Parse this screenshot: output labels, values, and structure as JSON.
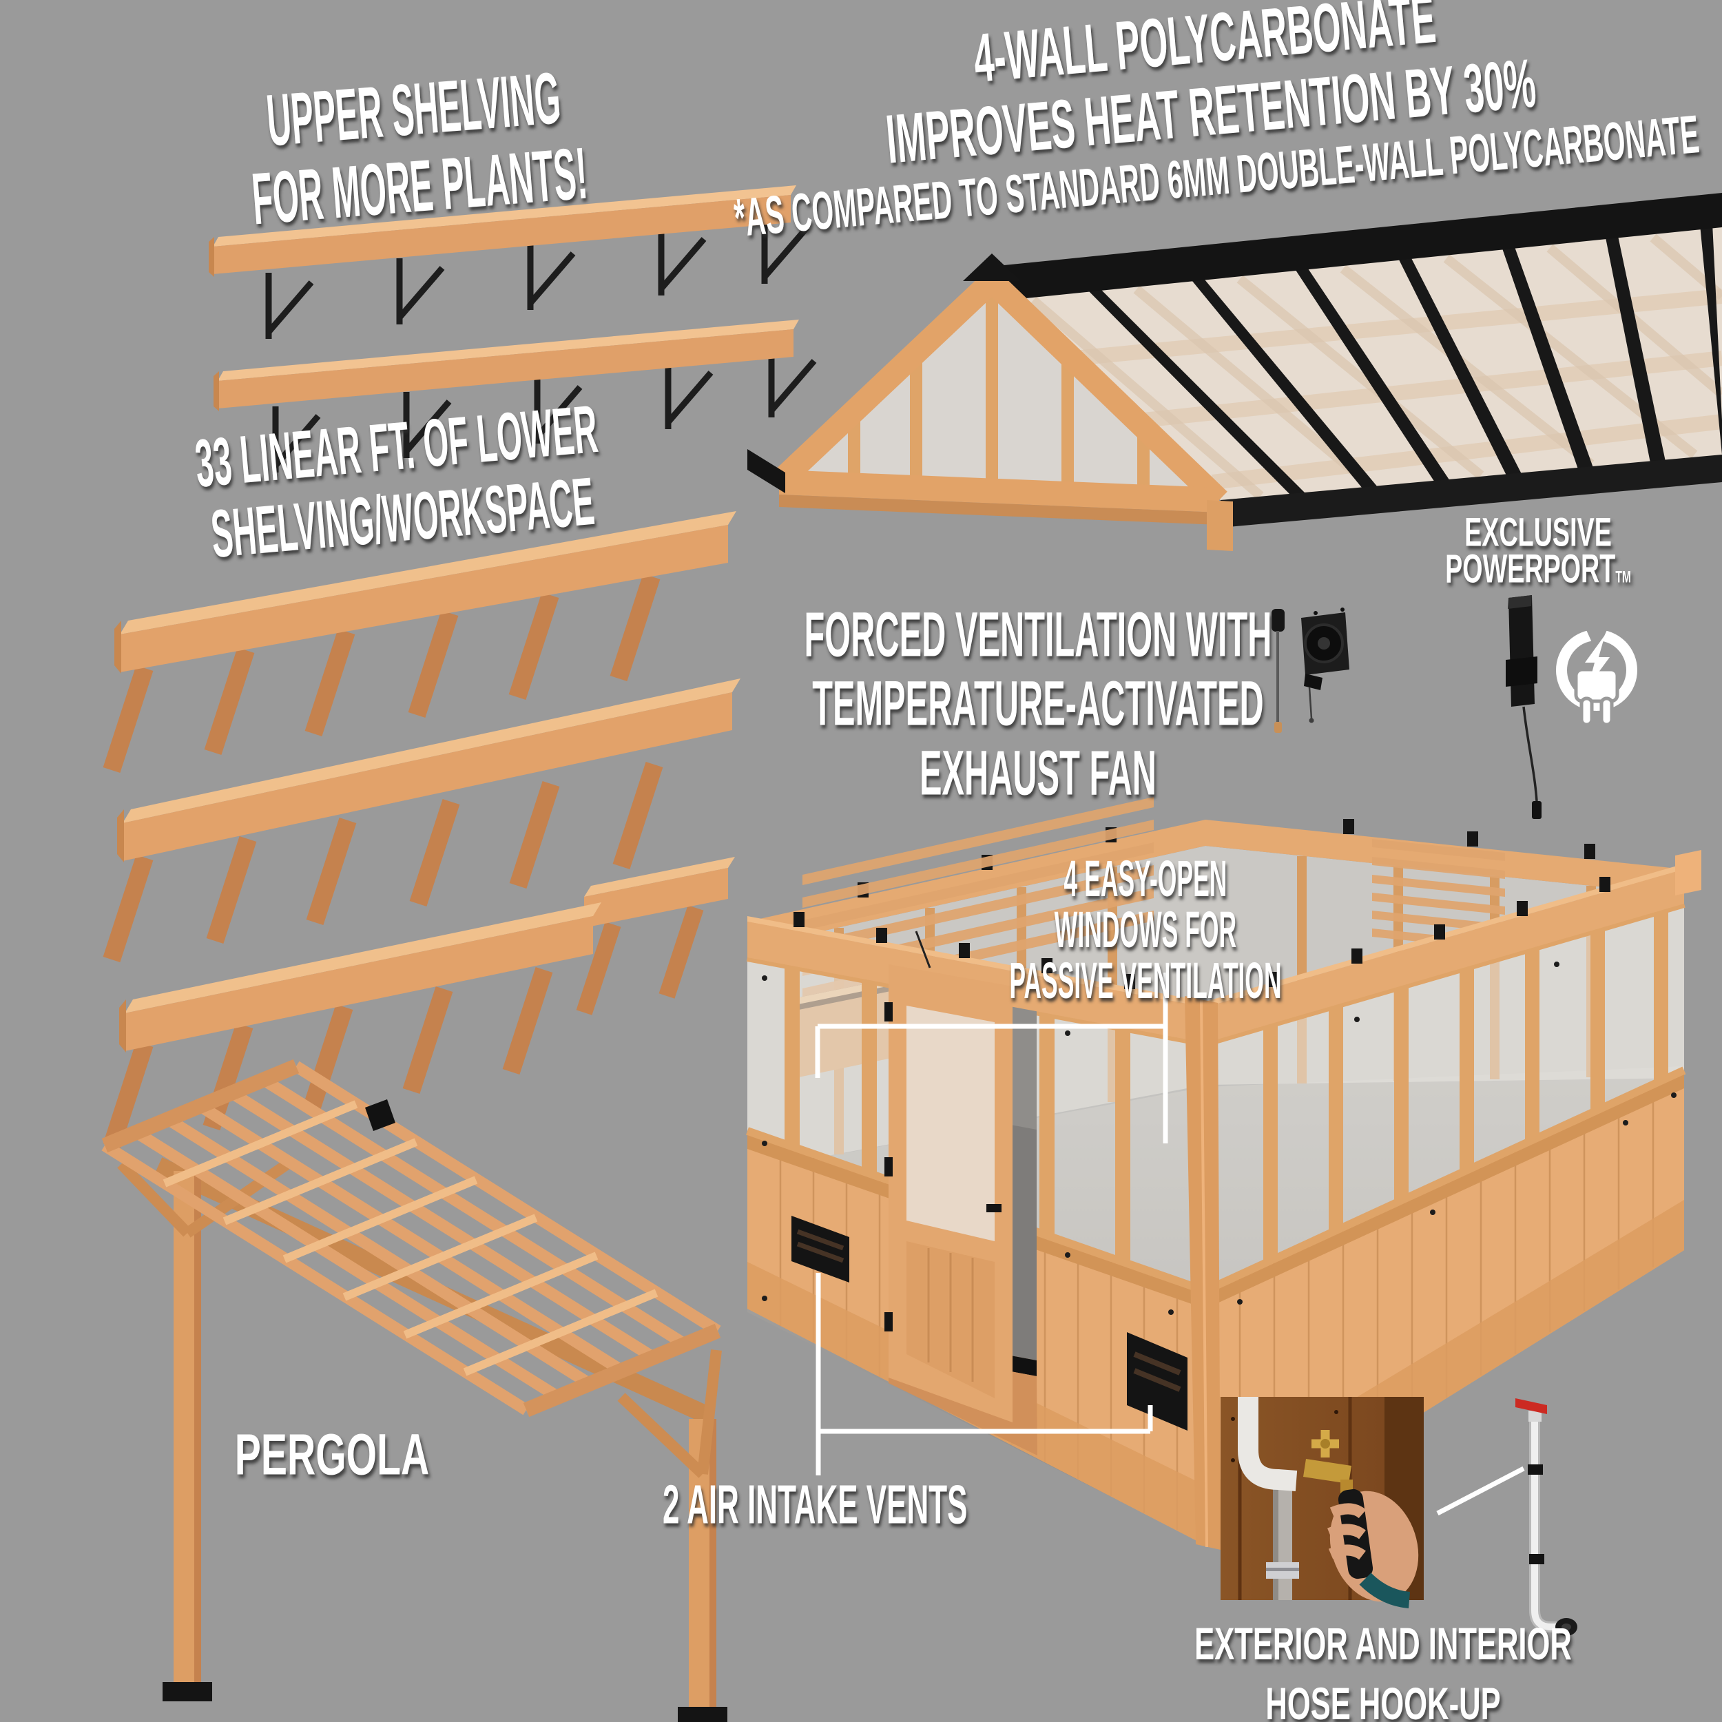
{
  "canvas": {
    "background": "#9a9a9a"
  },
  "labels": {
    "upper_shelving": {
      "line1": "UPPER SHELVING",
      "line2": "FOR MORE PLANTS!"
    },
    "roof": {
      "line1": "4-WALL POLYCARBONATE",
      "line2": "IMPROVES HEAT RETENTION BY 30%",
      "line3": "*AS COMPARED TO STANDARD 6MM DOUBLE-WALL POLYCARBONATE"
    },
    "lower_shelving": {
      "line1": "33 LINEAR FT. OF LOWER",
      "line2": "SHELVING/WORKSPACE"
    },
    "forced_ventilation": {
      "line1": "FORCED VENTILATION WITH",
      "line2": "TEMPERATURE-ACTIVATED",
      "line3": "EXHAUST FAN"
    },
    "powerport": {
      "line1": "EXCLUSIVE",
      "line2": "POWERPORT",
      "tm": "TM"
    },
    "windows": {
      "line1": "4 EASY-OPEN",
      "line2": "WINDOWS FOR",
      "line3": "PASSIVE VENTILATION"
    },
    "pergola": {
      "text": "PERGOLA"
    },
    "intake_vents": {
      "text": "2 AIR INTAKE VENTS"
    },
    "hose_hookup": {
      "line1": "EXTERIOR AND INTERIOR",
      "line2": "HOSE HOOK-UP"
    }
  },
  "colors": {
    "background": "#9a9a9a",
    "wood": "#e5a970",
    "wood_light": "#f2c391",
    "wood_dark": "#c98c55",
    "wood_shadow": "#b97a48",
    "panel_translucent": "#e8e5e0",
    "hardware_black": "#171717",
    "callout_white": "#ffffff",
    "valve_red": "#cc2a22",
    "brass": "#c49a3a",
    "hose_teal": "#1a565c",
    "skin": "#d9a07a"
  }
}
